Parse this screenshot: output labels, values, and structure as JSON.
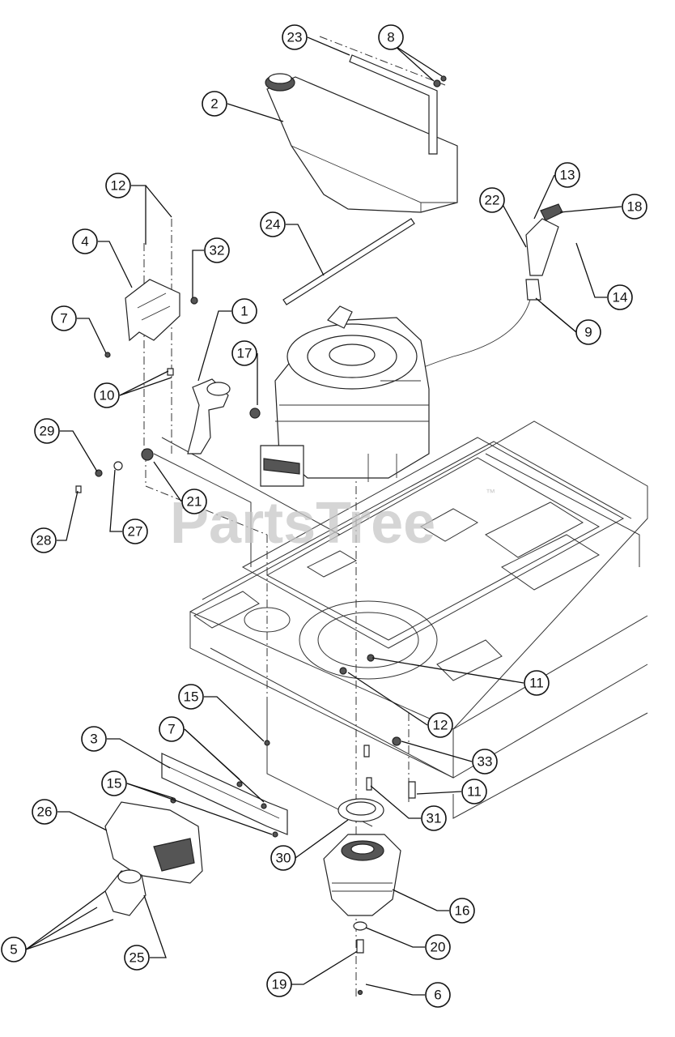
{
  "watermark": {
    "text": "PartsTree",
    "mark": "™"
  },
  "callouts": [
    "23",
    "8",
    "2",
    "12",
    "4",
    "32",
    "7",
    "1",
    "17",
    "10",
    "29",
    "21",
    "27",
    "28",
    "22",
    "13",
    "18",
    "14",
    "9",
    "24",
    "11",
    "12",
    "15",
    "7",
    "3",
    "15",
    "26",
    "33",
    "11",
    "31",
    "30",
    "16",
    "20",
    "5",
    "25",
    "19",
    "6"
  ]
}
